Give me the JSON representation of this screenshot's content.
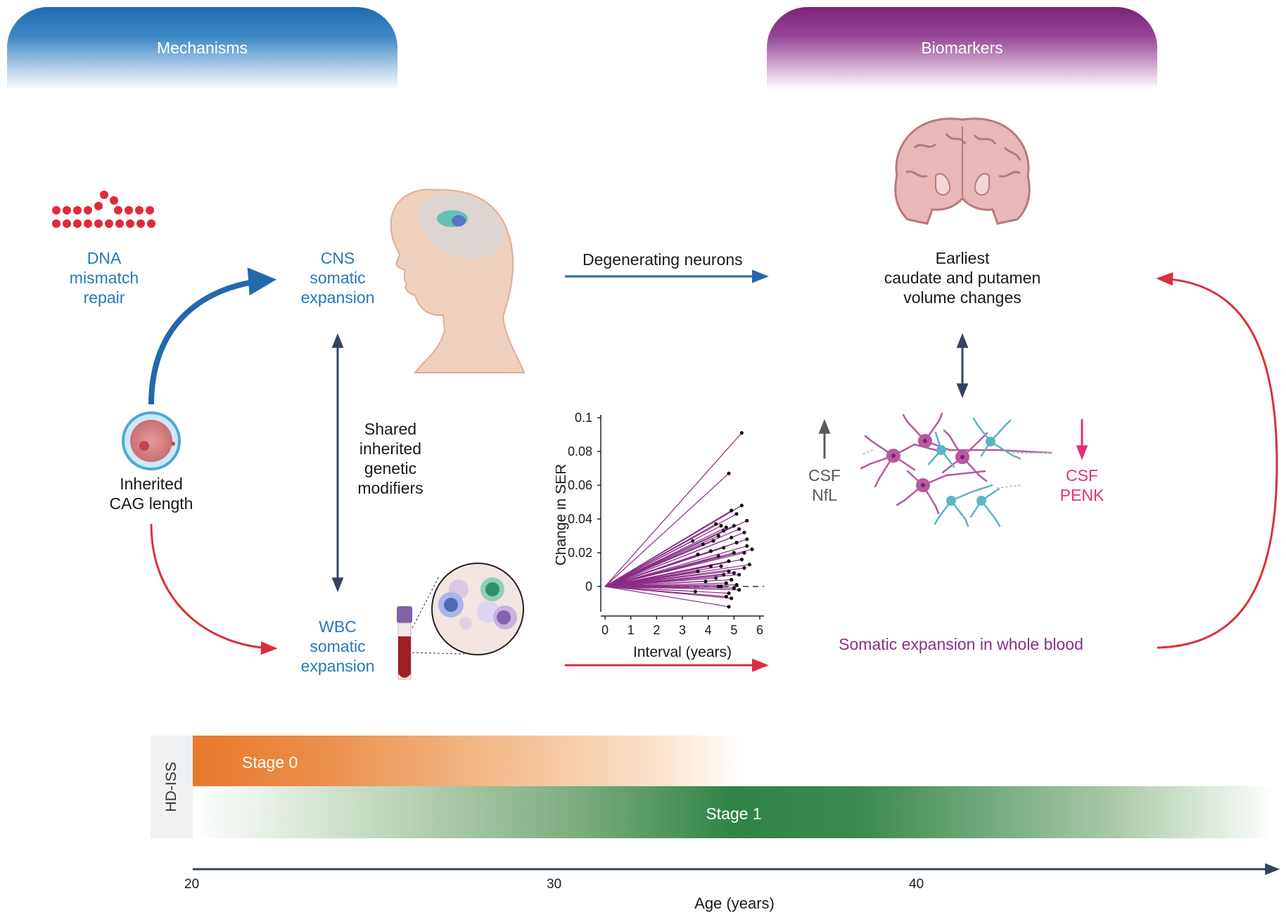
{
  "headers": {
    "mechanisms": "Mechanisms",
    "biomarkers": "Biomarkers"
  },
  "labels": {
    "dna_repair": [
      "DNA",
      "mismatch",
      "repair"
    ],
    "cns_expansion": [
      "CNS",
      "somatic",
      "expansion"
    ],
    "wbc_expansion": [
      "WBC",
      "somatic",
      "expansion"
    ],
    "inherited_cag": [
      "Inherited",
      "CAG length"
    ],
    "shared_modifiers": [
      "Shared",
      "inherited",
      "genetic",
      "modifiers"
    ],
    "degenerating_neurons": "Degenerating neurons",
    "earliest_changes": [
      "Earliest",
      "caudate and putamen",
      "volume changes"
    ],
    "csf_nfl": [
      "CSF",
      "NfL"
    ],
    "csf_penk": [
      "CSF",
      "PENK"
    ],
    "somatic_blood": "Somatic expansion in whole blood"
  },
  "timeline": {
    "scale_label": "HD-ISS",
    "stage0": "Stage 0",
    "stage1": "Stage 1",
    "ticks": [
      "20",
      "30",
      "40"
    ],
    "axis_label": "Age (years)"
  },
  "colors": {
    "mechanisms_blue": "#1d6cb3",
    "biomarkers_purple": "#7c2479",
    "arrow_red": "#d9303d",
    "series_purple": "#8a2b86",
    "stage0_orange": "#e77a2c",
    "stage1_green": "#2f8446"
  },
  "chart_data": {
    "type": "line",
    "title": "",
    "xlabel": "Interval (years)",
    "ylabel": "Change in SER",
    "xlim": [
      0,
      6
    ],
    "ylim": [
      -0.015,
      0.1
    ],
    "xticks": [
      "0",
      "1",
      "2",
      "3",
      "4",
      "5",
      "6"
    ],
    "yticks": [
      "0.1",
      "0.08",
      "0.06",
      "0.04",
      "0.02",
      "0"
    ],
    "reference_line": 0,
    "origin": [
      0,
      0
    ],
    "endpoints": [
      [
        5.3,
        0.091
      ],
      [
        4.8,
        0.067
      ],
      [
        5.3,
        0.048
      ],
      [
        4.9,
        0.045
      ],
      [
        5.1,
        0.043
      ],
      [
        5.5,
        0.039
      ],
      [
        4.3,
        0.037
      ],
      [
        4.5,
        0.036
      ],
      [
        5.0,
        0.036
      ],
      [
        4.7,
        0.035
      ],
      [
        5.2,
        0.034
      ],
      [
        4.6,
        0.033
      ],
      [
        5.4,
        0.032
      ],
      [
        4.4,
        0.03
      ],
      [
        4.9,
        0.029
      ],
      [
        5.5,
        0.028
      ],
      [
        3.4,
        0.027
      ],
      [
        4.2,
        0.027
      ],
      [
        5.1,
        0.026
      ],
      [
        3.8,
        0.025
      ],
      [
        5.5,
        0.024
      ],
      [
        4.6,
        0.023
      ],
      [
        5.7,
        0.022
      ],
      [
        4.1,
        0.021
      ],
      [
        5.0,
        0.02
      ],
      [
        5.4,
        0.02
      ],
      [
        3.6,
        0.019
      ],
      [
        4.4,
        0.018
      ],
      [
        5.3,
        0.016
      ],
      [
        4.8,
        0.015
      ],
      [
        5.6,
        0.013
      ],
      [
        4.1,
        0.012
      ],
      [
        4.5,
        0.012
      ],
      [
        5.4,
        0.011
      ],
      [
        3.6,
        0.009
      ],
      [
        4.8,
        0.009
      ],
      [
        5.0,
        0.008
      ],
      [
        4.6,
        0.007
      ],
      [
        5.2,
        0.007
      ],
      [
        4.3,
        0.005
      ],
      [
        4.9,
        0.004
      ],
      [
        3.9,
        0.003
      ],
      [
        4.7,
        0.002
      ],
      [
        5.1,
        0.001
      ],
      [
        3.5,
        -0.003
      ],
      [
        4.8,
        -0.004
      ],
      [
        4.4,
        0.0
      ],
      [
        5.2,
        -0.002
      ],
      [
        4.7,
        -0.006
      ],
      [
        4.9,
        -0.007
      ],
      [
        4.8,
        -0.012
      ],
      [
        4.5,
        0.0
      ],
      [
        5.0,
        -0.001
      ]
    ]
  }
}
